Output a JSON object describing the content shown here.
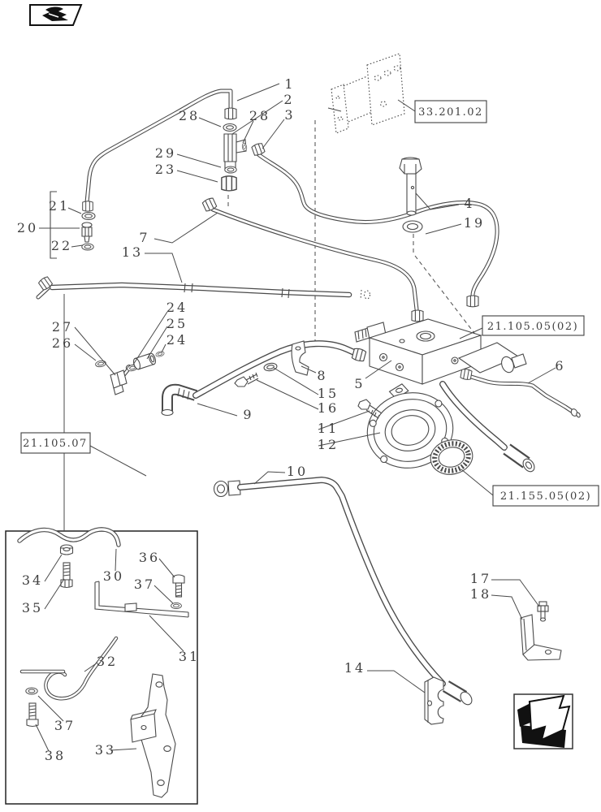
{
  "colors": {
    "background": "#ffffff",
    "line": "#4a4a4a",
    "text": "#3f3f3f",
    "icon_fill": "#111111"
  },
  "icons": {
    "prev": "page-back-arrow",
    "next": "page-forward-arrow"
  },
  "reference_boxes": [
    {
      "label": "33.201.02"
    },
    {
      "label": "21.105.05(02)"
    },
    {
      "label": "21.105.07"
    },
    {
      "label": "21.155.05(02)"
    }
  ],
  "callouts": [
    "1",
    "2",
    "28",
    "28",
    "3",
    "29",
    "23",
    "4",
    "19",
    "21",
    "20",
    "22",
    "7",
    "13",
    "27",
    "26",
    "24",
    "25",
    "24",
    "8",
    "15",
    "16",
    "11",
    "12",
    "5",
    "6",
    "9",
    "10",
    "14",
    "17",
    "18",
    "34",
    "35",
    "30",
    "36",
    "37",
    "31",
    "32",
    "37",
    "38",
    "33"
  ]
}
